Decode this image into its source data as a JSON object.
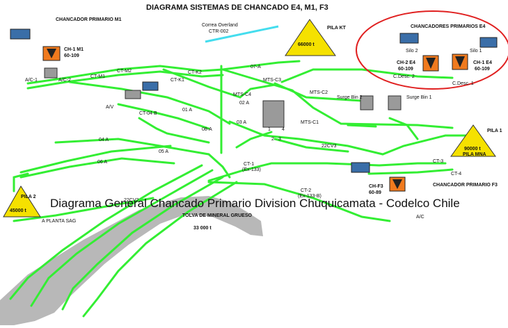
{
  "title": "DIAGRAMA SISTEMAS DE CHANCADO E4, M1, F3",
  "caption": "Diagrama General Chancado Primario Division Chuquicamata - Codelco Chile",
  "colors": {
    "conveyor": "#33ee33",
    "overland": "#33ddee",
    "pile": "#f5e100",
    "crusher": "#f07a1e",
    "highlight": "#e02020",
    "truck": "#3a6ea8",
    "tolva": "#b5b5b5"
  },
  "labels": {
    "chancador_m1": "CHANCADOR PRIMARIO M1",
    "ch1_m1": "CH-1 M1",
    "ch1_m1_model": "60-109",
    "ajc1": "A/C-1",
    "ajc2": "A/C-2",
    "correa_overland": "Correa Overland",
    "ctr002": "CTR-002",
    "pila_kt": "PILA KT",
    "pila_kt_t": "66000 t",
    "chancadores_e4": "CHANCADORES PRIMARIOS E4",
    "silo2": "Silo 2",
    "silo1": "Silo 1",
    "ch2_e4": "CH-2 E4",
    "ch2_e4_model": "60-109",
    "ch1_e4": "CH-1 E4",
    "ch1_e4_model": "60-109",
    "cdesc2": "C.Desc. 2",
    "cdesc1": "C.Desc. 1",
    "ct_m1": "CT-M1",
    "ct_m2": "CT-M2",
    "ct_k2": "CT-K2",
    "ct_k1": "CT-K1",
    "f07a": "07-A",
    "mts_c3": "MTS-C3",
    "mts_c2": "MTS-C2",
    "mts_c4": "MTS-C4",
    "mts_c1": "MTS-C1",
    "surge_bin2": "Surge Bin 2",
    "surge_bin1": "Surge Bin 1",
    "av": "A/V",
    "ct04b": "CT-04 B",
    "f01a": "01 A",
    "f02a": "02 A",
    "f03a_top": "03 A",
    "f08a": "08-A",
    "f04a": "04 A",
    "f05a": "05 A",
    "f06a": "06 A",
    "cv22": "22CV3",
    "pila1": "PILA 1",
    "pila1_t": "90000 t",
    "pila_mna": "PILA MNA",
    "ct3": "CT-3",
    "ct4": "CT-4",
    "ct1": "CT-1",
    "ct1_sub": "(Ex-133)",
    "ct2": "CT-2",
    "ct2_sub": "(Ex-133-B)",
    "ch_f3": "CH-F3",
    "ch_f3_model": "60-89",
    "chancador_f3": "CHANCADOR PRIMARIO F3",
    "ajc_f3": "A/C",
    "pila2": "PILA 2",
    "pila2_t": "45000 t",
    "a_planta_sag": "A PLANTA SAG",
    "cv22_left": "22CV2",
    "tolva": "TOLVA DE MINERAL GRUESO",
    "tolva_t": "33 000 t",
    "n1": "1",
    "n2": "2",
    "n3": "3",
    "n4": "4"
  }
}
